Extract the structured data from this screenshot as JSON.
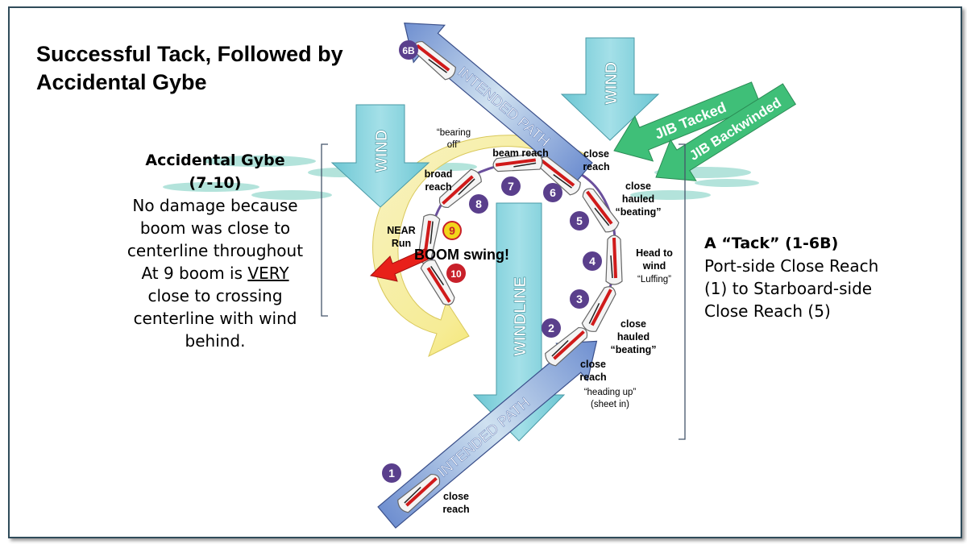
{
  "title": {
    "line1": "Successful Tack, Followed by",
    "line2": "Accidental Gybe"
  },
  "gybe_note": {
    "heading": "Accidental Gybe",
    "range": "(7-10)",
    "text_1": "No damage because",
    "text_2": "boom was close to",
    "text_3": "centerline throughout",
    "text_4_pre": "At 9 boom is ",
    "text_4_emph": "VERY",
    "text_5": "close to crossing",
    "text_6": "centerline with wind",
    "text_7": "behind."
  },
  "tack_note": {
    "heading": "A “Tack” (1-6B)",
    "text_1": "Port-side Close Reach",
    "text_2": "(1) to Starboard-side",
    "text_3": "Close Reach (5)"
  },
  "arrows": {
    "wind": "WIND",
    "windline": "WINDLINE",
    "intended_path": "INTENDED PATH",
    "jib_tacked": "JIB Tacked",
    "jib_backwinded": "JIB Backwinded"
  },
  "markers": {
    "m1": "1",
    "m2": "2",
    "m3": "3",
    "m4": "4",
    "m5": "5",
    "m6": "6",
    "m6b": "6B",
    "m7": "7",
    "m8": "8",
    "m9": "9",
    "m10": "10"
  },
  "labels": {
    "close_reach": "close",
    "reach": "reach",
    "close_hauled_1": "close",
    "close_hauled_2": "hauled",
    "beating": "“beating”",
    "head_to_wind_1": "Head to",
    "head_to_wind_2": "wind",
    "luffing": "“Luffing”",
    "heading_up_1": "“heading up”",
    "heading_up_2": "(sheet in)",
    "beam_reach": "beam reach",
    "broad_1": "broad",
    "broad_2": "reach",
    "bearing_off_1": "“bearing",
    "bearing_off_2": "off”",
    "near_1": "NEAR",
    "near_2": "Run",
    "boom_swing": "BOOM swing!"
  },
  "colors": {
    "wind_arrow": "#7fd1dc",
    "intended_path": "#a9c9e6",
    "jib_arrow": "#3fbf78",
    "marker_purple": "#5a3f8c",
    "marker_red": "#c8202a",
    "marker_yellow": "#f2d51a",
    "swoop": "#f6eea0",
    "cloud": "#a6dfd5",
    "boom_arrow": "#e8201a"
  }
}
